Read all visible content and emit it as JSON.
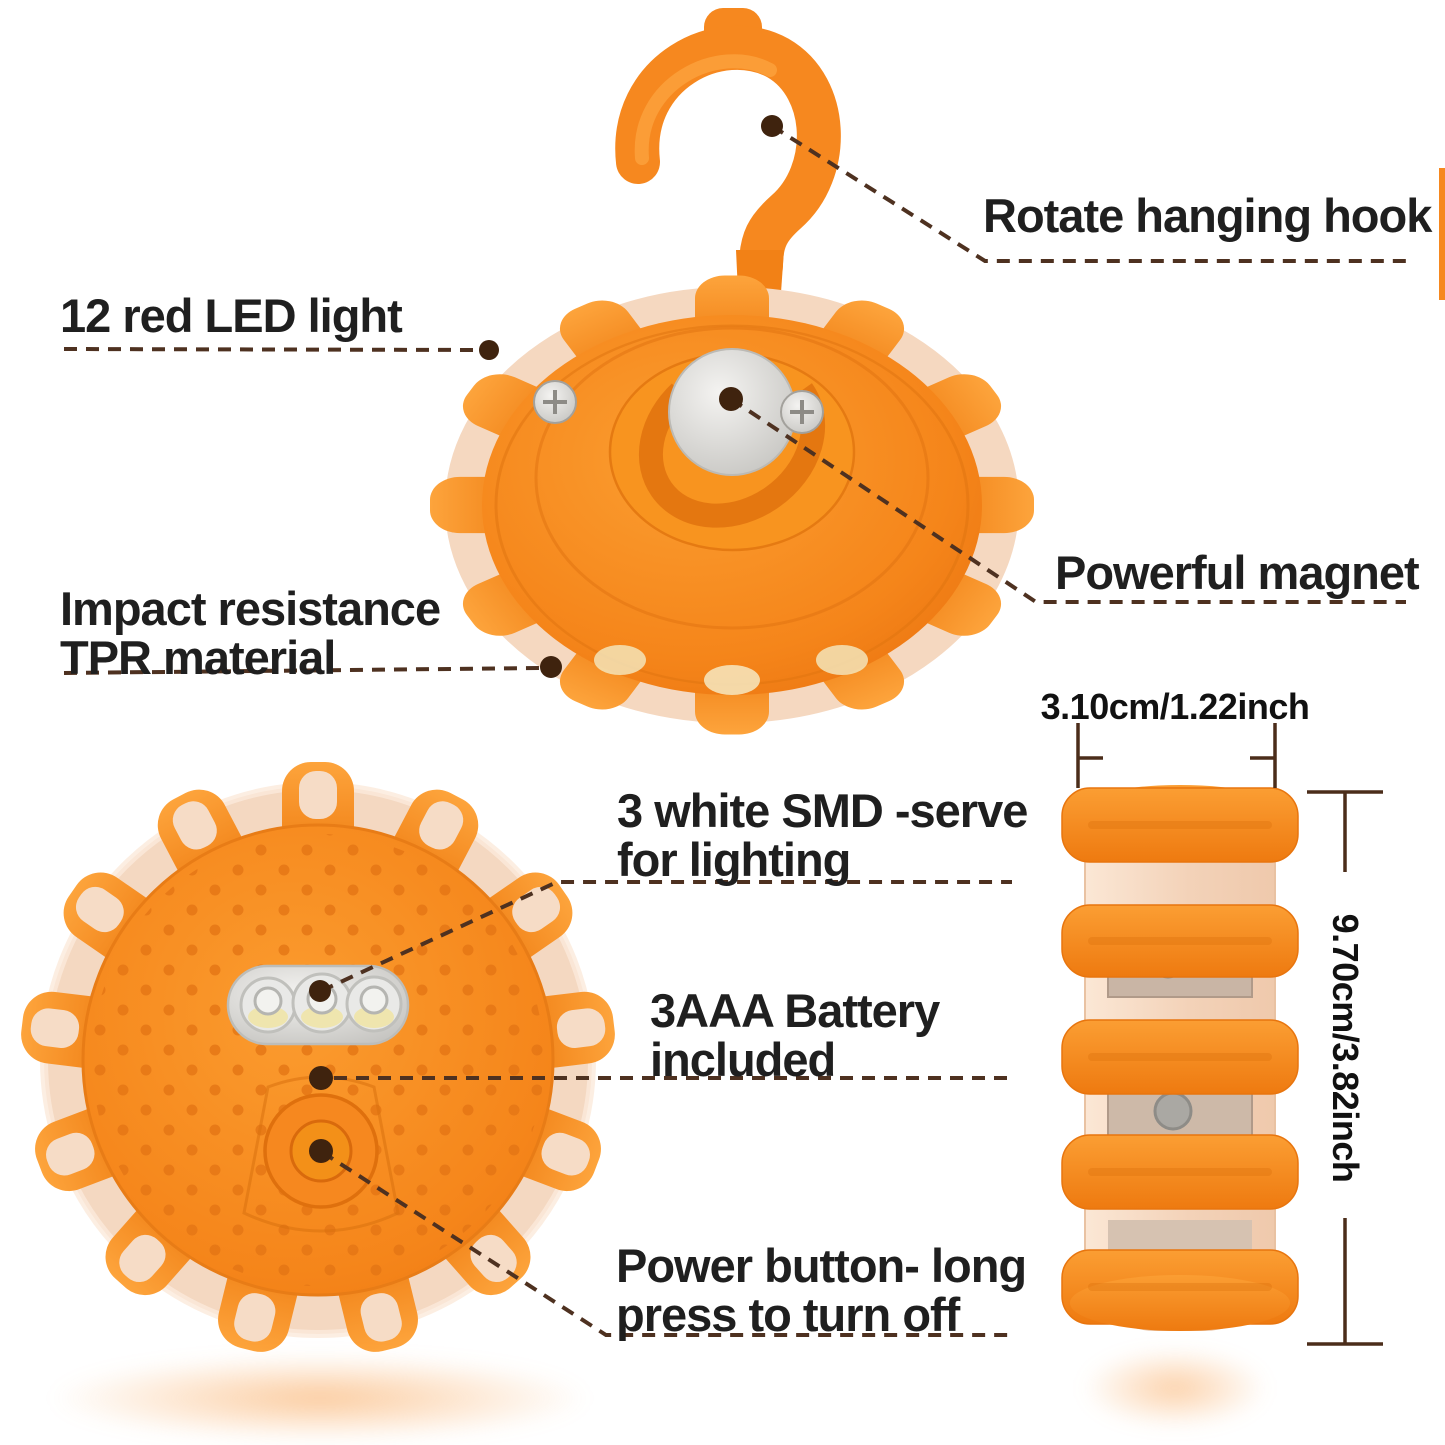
{
  "colors": {
    "orange": "#F6881F",
    "orange_dark": "#E8770F",
    "lens": "#F6DCC6",
    "silver": "#D9D8D4",
    "line_brown": "#4E3120",
    "text_dark": "#1F1F1F",
    "background": "#FFFFFF"
  },
  "annotations": {
    "rotate_hook": "Rotate hanging hook",
    "red_led": "12 red LED light",
    "impact_line1": "Impact resistance",
    "impact_line2": "TPR material",
    "magnet": "Powerful magnet",
    "smd_line1": "3 white SMD -serve",
    "smd_line2": "for lighting",
    "battery_line1": "3AAA Battery",
    "battery_line2": "included",
    "power_line1": "Power button- long",
    "power_line2": "press to turn off"
  },
  "dimensions": {
    "width_label": "3.10cm/1.22inch",
    "height_label": "9.70cm/3.82inch"
  },
  "photos": {
    "back_view": "road-flare-back-with-hanging-hook-photo",
    "front_view": "road-flare-front-led-face-photo",
    "side_view": "road-flare-side-profile-photo"
  }
}
